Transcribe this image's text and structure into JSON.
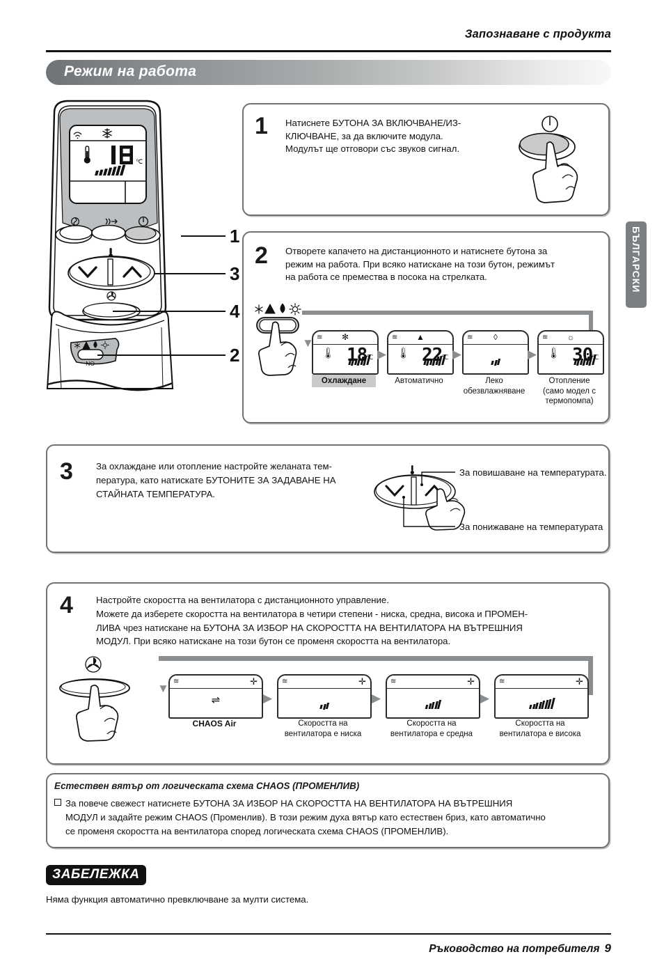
{
  "header": {
    "running_head": "Запознаване с продукта",
    "section_title": "Режим на работа",
    "language_tab": "БЪЛГАРСКИ"
  },
  "steps": [
    {
      "number": "1",
      "text": "Натиснете БУТОНА ЗА ВКЛЮЧВАНЕ/ИЗ-КЛЮЧВАНЕ, за да включите модула. Модулът ще отговори със звуков сигнал.",
      "line1": "Натиснете БУТОНА ЗА ВКЛЮЧВАНЕ/ИЗ-",
      "line2": "КЛЮЧВАНЕ, за да включите модула.",
      "line3": "Модулът ще отговори със звуков сигнал."
    },
    {
      "number": "2",
      "line1": "Отворете капачето на дистанционното и натиснете бутона за",
      "line2": "режим на работа. При всяко натискане на този бутон, режимът",
      "line3": "на работа се премества в посока на стрелката."
    },
    {
      "number": "3",
      "line1": "За охлаждане или отопление настройте желаната тем-",
      "line2": "пература, като натискате БУТОНИТЕ ЗА ЗАДАВАНЕ НА",
      "line3": "СТАЙНАТА ТЕМПЕРАТУРА.",
      "callout_up": "За повишаване на температурата.",
      "callout_down": "За понижаване на температурата"
    },
    {
      "number": "4",
      "line1": "Настройте скоростта на вентилатора с дистанционното управление.",
      "line2": "Можете да изберете скоростта на вентилатора в четири степени - ниска, средна, висока и ПРОМЕН-",
      "line3": "ЛИВА чрез натискане на БУТОНА ЗА ИЗБОР НА СКОРОСТТА НА ВЕНТИЛАТОРА НА ВЪТРЕШНИЯ",
      "line4": "МОДУЛ. При всяко натискане на този бутон се променя скоростта на вентилатора."
    }
  ],
  "remote": {
    "display": {
      "mode_icon": "snowflake-icon",
      "temperature": "18",
      "unit": "℃",
      "fan_bars": 7
    },
    "callouts": [
      {
        "num": "1",
        "target": "power-button"
      },
      {
        "num": "3",
        "target": "temperature-buttons"
      },
      {
        "num": "4",
        "target": "fan-speed-button"
      },
      {
        "num": "2",
        "target": "mode-button"
      }
    ],
    "mode_button_icons": [
      "snowflake-icon",
      "auto-triangle-icon",
      "droplet-icon",
      "sun-icon"
    ],
    "mode_button_label": "ON"
  },
  "mode_sequence": [
    {
      "icon": "snowflake-icon",
      "temp": "18",
      "unit": "℃",
      "bars": 7,
      "label": "Охлаждане",
      "highlighted": true
    },
    {
      "icon": "auto-triangle-icon",
      "temp": "22",
      "unit": "℃",
      "bars": 7,
      "label": "Автоматично",
      "highlighted": false
    },
    {
      "icon": "droplet-icon",
      "temp": "",
      "unit": "",
      "bars": 3,
      "label_line1": "Леко",
      "label_line2": "обезвлажняване",
      "highlighted": false
    },
    {
      "icon": "sun-icon",
      "temp": "30",
      "unit": "℃",
      "bars": 7,
      "label_line1": "Отопление",
      "label_line2": "(само модел с",
      "label_line3": "термопомпа)",
      "highlighted": false
    }
  ],
  "fan_sequence": [
    {
      "icon": "chaos-air-icon",
      "bars": 0,
      "label": "CHAOS Air",
      "bold": true
    },
    {
      "icon": "fan-bars-icon",
      "bars": 3,
      "label_line1": "Скоростта на",
      "label_line2": "вентилатора е ниска"
    },
    {
      "icon": "fan-bars-icon",
      "bars": 5,
      "label_line1": "Скоростта на",
      "label_line2": "вентилатора е средна"
    },
    {
      "icon": "fan-bars-icon",
      "bars": 8,
      "label_line1": "Скоростта на",
      "label_line2": "вентилатора е висока"
    }
  ],
  "chaos_note": {
    "heading": "Естествен вятър от логическата схема CHAOS (ПРОМЕНЛИВ)",
    "line1": "За повече свежест натиснете БУТОНА ЗА ИЗБОР НА СКОРОСТТА НА ВЕНТИЛАТОРА НА ВЪТРЕШНИЯ",
    "line2": "МОДУЛ и задайте режим CHAOS (Променлив). В този режим духа вятър като естествен бриз, като автоматично",
    "line3": "се променя скоростта на вентилатора според логическата схема CHAOS (ПРОМЕНЛИВ)."
  },
  "note": {
    "badge": "ЗАБЕЛЕЖКА",
    "text": "Няма функция автоматично превключване за мулти система."
  },
  "footer": {
    "label": "Ръководство на потребителя",
    "page": "9"
  }
}
